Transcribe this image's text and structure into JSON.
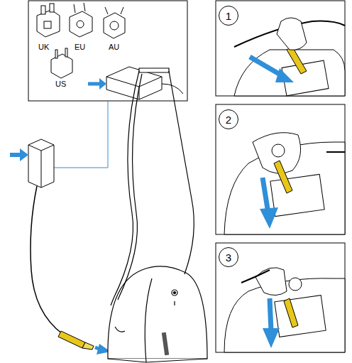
{
  "diagram": {
    "nodes": [
      {
        "text": [
          "1"
        ]
      },
      {
        "text": [
          "2"
        ]
      },
      {
        "text": [
          "3"
        ]
      }
    ],
    "labels": [
      "UK",
      "EU",
      "AU",
      "US"
    ]
  }
}
